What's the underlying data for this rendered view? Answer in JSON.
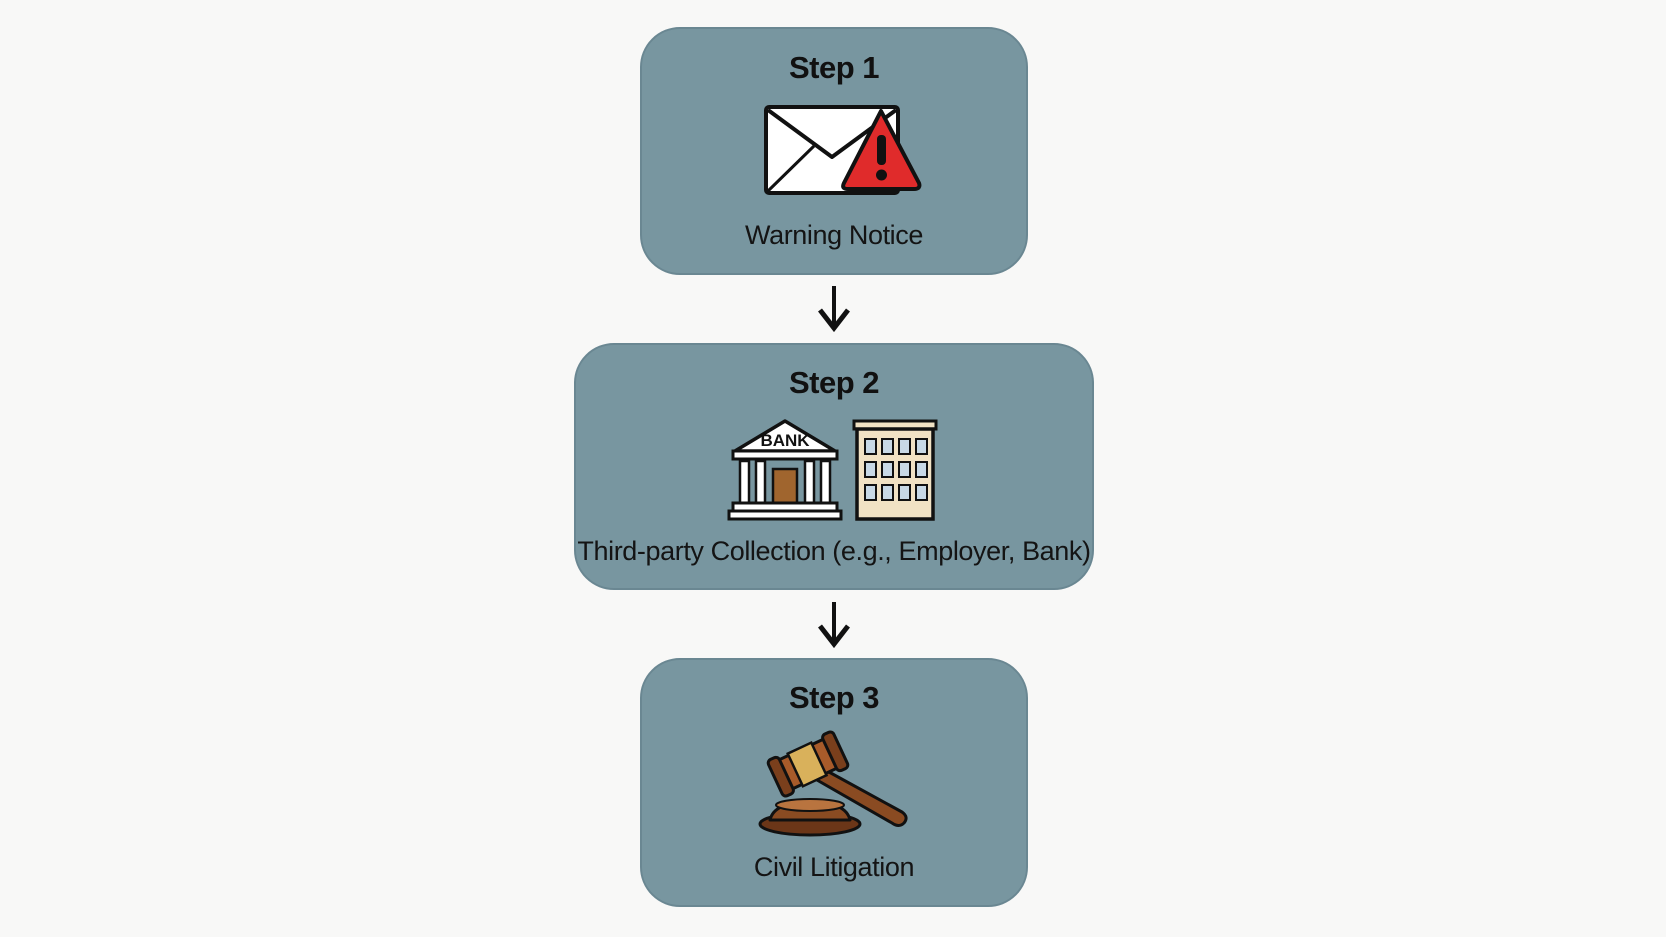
{
  "diagram": {
    "steps": [
      {
        "title": "Step 1",
        "label": "Warning Notice",
        "icon": "envelope-warning-icon"
      },
      {
        "title": "Step 2",
        "label": "Third-party Collection (e.g., Employer, Bank)",
        "icon": "bank-and-office-building-icon",
        "bank_sign": "BANK"
      },
      {
        "title": "Step 3",
        "label": "Civil Litigation",
        "icon": "gavel-icon"
      }
    ],
    "colors": {
      "background": "#f8f8f7",
      "box_fill": "#7896a0",
      "arrow": "#111111",
      "warning_red": "#e02b2b",
      "gavel_brown": "#8a4b22",
      "bank_door": "#a0652e",
      "building_fill": "#f1e2c4"
    }
  }
}
